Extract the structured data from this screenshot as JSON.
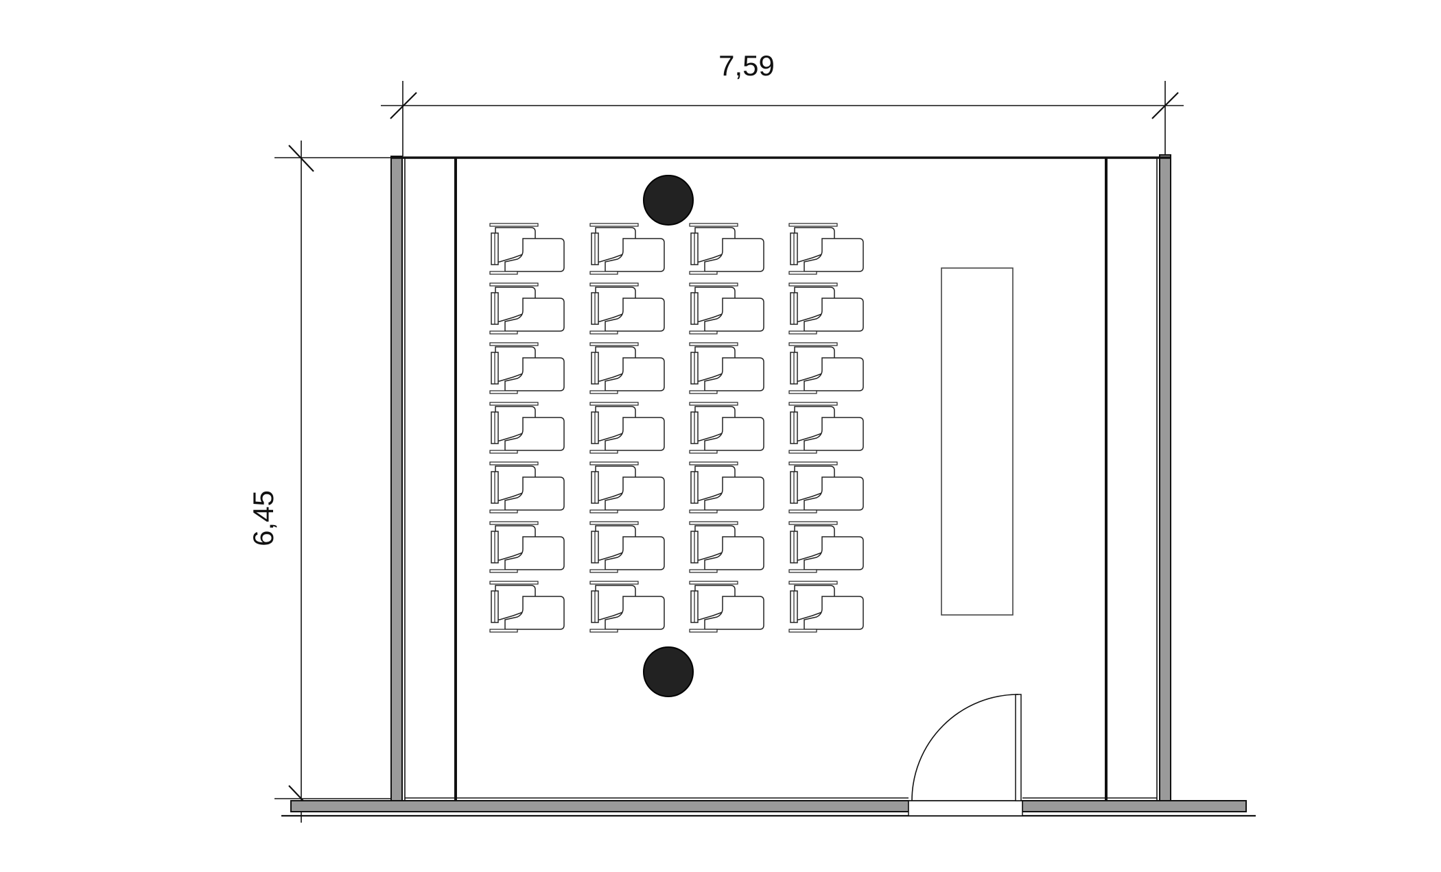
{
  "dimensions": {
    "width_label": "7,59",
    "height_label": "6,45"
  },
  "furniture": {
    "chair_rows": 7,
    "chair_columns": 4,
    "pillars": 2,
    "table": 1,
    "door": 1
  },
  "colors": {
    "line": "#111111",
    "wall": "#9a9a9a",
    "pillar": "#222222",
    "background": "#ffffff"
  }
}
